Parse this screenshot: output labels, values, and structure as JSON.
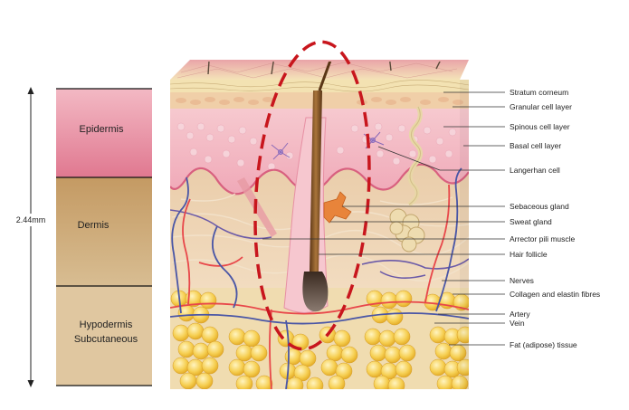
{
  "scale": {
    "label": "2.44mm"
  },
  "layers": [
    {
      "id": "epidermis",
      "lines": [
        "Epidermis"
      ],
      "color_top": "#f3b9c4",
      "color_bottom": "#e07890"
    },
    {
      "id": "dermis",
      "lines": [
        "Dermis"
      ],
      "color_top": "#c49a63",
      "color_bottom": "#d8bd92"
    },
    {
      "id": "hypodermis",
      "lines": [
        "Hypodermis",
        "Subcutaneous"
      ],
      "color_top": "#ddc39a",
      "color_bottom": "#e2cba6"
    }
  ],
  "labels": [
    {
      "text": "Stratum corneum"
    },
    {
      "text": "Granular cell layer"
    },
    {
      "text": "Spinous cell layer"
    },
    {
      "text": "Basal cell layer"
    },
    {
      "text": "Langerhan cell"
    },
    {
      "text": "Sebaceous gland"
    },
    {
      "text": "Sweat gland"
    },
    {
      "text": "Arrector pili muscle"
    },
    {
      "text": "Hair follicle"
    },
    {
      "text": "Nerves"
    },
    {
      "text": "Collagen and elastin fibres"
    },
    {
      "text": "Artery"
    },
    {
      "text": "Vein"
    },
    {
      "text": "Fat (adipose) tissue"
    }
  ],
  "colors": {
    "highlight_ellipse": "#c8161d",
    "artery": "#e8474a",
    "vein": "#4a56a6",
    "fat": "#f2c23a",
    "hair": "#8a5a2b",
    "leader": "#333333"
  }
}
